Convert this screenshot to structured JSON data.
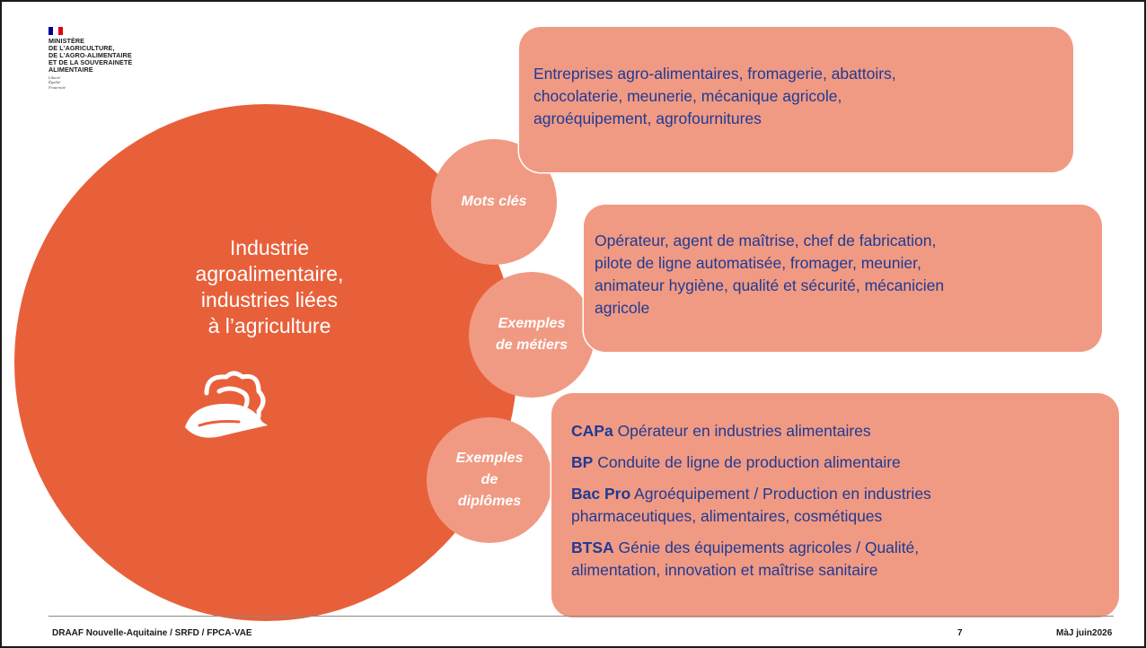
{
  "logo": {
    "lines": [
      "MINISTÈRE",
      "DE L'AGRICULTURE,",
      "DE L'AGRO-ALIMENTAIRE",
      "ET DE LA SOUVERAINETÉ",
      "ALIMENTAIRE"
    ],
    "motto": [
      "Liberté",
      "Égalité",
      "Fraternité"
    ],
    "flag_colors": [
      "#000091",
      "#ffffff",
      "#e1000f"
    ]
  },
  "main": {
    "title_lines": [
      "Industrie",
      "agroalimentaire,",
      "industries liées",
      "à l’agriculture"
    ],
    "icon": "dumpling-icon",
    "colors": {
      "primary": "#e8603a",
      "secondary": "#f19a83",
      "text": "#1f3a93"
    }
  },
  "bubbles": {
    "keywords": "Mots clés",
    "jobs": [
      "Exemples",
      "de métiers"
    ],
    "diplomas": [
      "Exemples",
      "de",
      "diplômes"
    ]
  },
  "keywords_box": {
    "lines": [
      "Entreprises agro-alimentaires, fromagerie, abattoirs,",
      "chocolaterie, meunerie, mécanique agricole,",
      "agroéquipement, agrofournitures"
    ]
  },
  "jobs_box": {
    "lines": [
      "Opérateur, agent de maîtrise, chef de fabrication,",
      "pilote de ligne automatisée, fromager, meunier,",
      "animateur hygiène, qualité et sécurité, mécanicien",
      "agricole"
    ]
  },
  "diplomas_box": {
    "items": [
      {
        "level": "CAPa",
        "lines": [
          "Opérateur en industries alimentaires"
        ]
      },
      {
        "level": "BP",
        "lines": [
          "Conduite de ligne de production alimentaire"
        ]
      },
      {
        "level": "Bac Pro",
        "lines": [
          "Agroéquipement / Production en industries",
          "pharmaceutiques, alimentaires, cosmétiques"
        ]
      },
      {
        "level": "BTSA",
        "lines": [
          "Génie des équipements agricoles / Qualité,",
          "alimentation, innovation et maîtrise sanitaire"
        ]
      }
    ]
  },
  "footer": {
    "left": "DRAAF Nouvelle-Aquitaine / SRFD / FPCA-VAE",
    "page": "7",
    "right": "MàJ juin2026"
  }
}
